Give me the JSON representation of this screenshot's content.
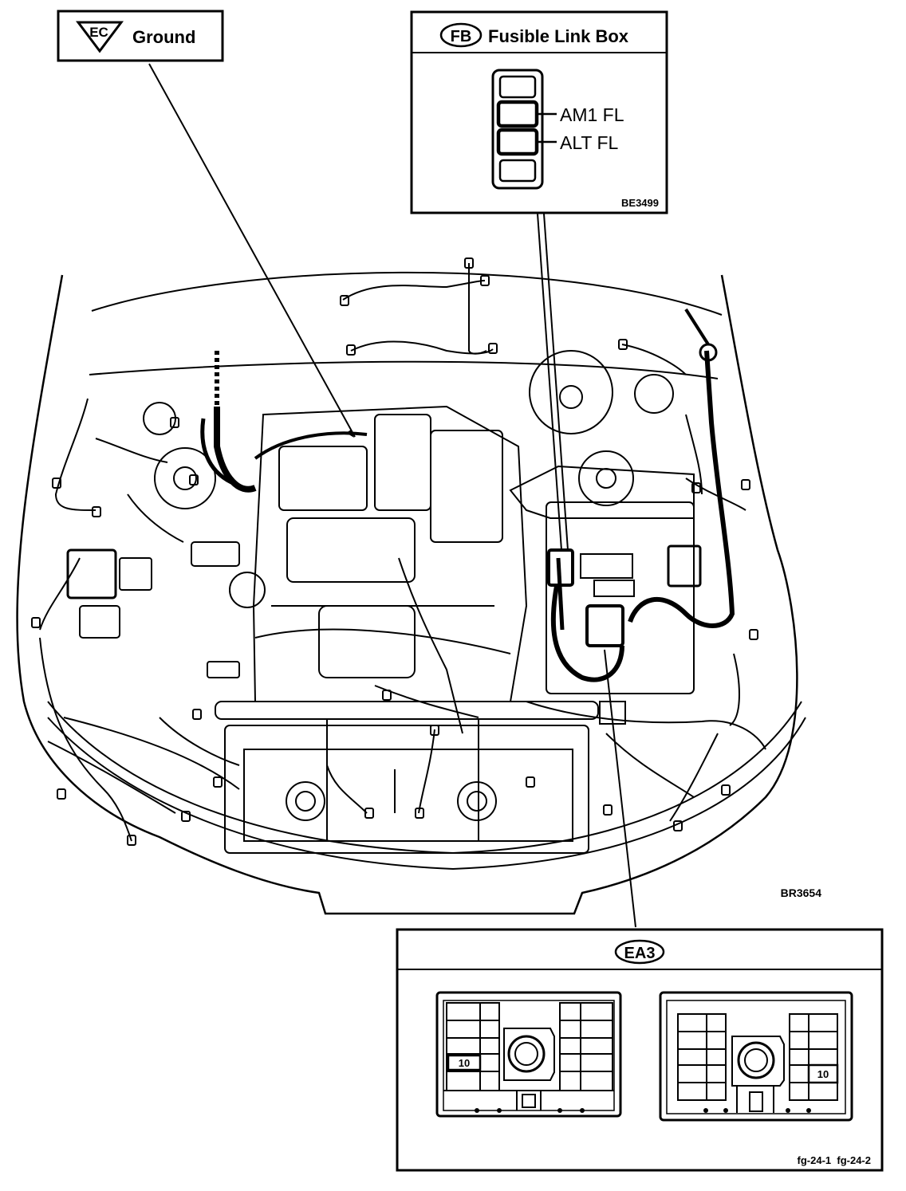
{
  "ground_box": {
    "badge": "EC",
    "label": "Ground"
  },
  "fusible_link_box": {
    "badge": "FB",
    "title": "Fusible Link Box",
    "fuses": [
      "AM1 FL",
      "ALT FL"
    ],
    "code": "BE3499"
  },
  "engine_view": {
    "code": "BR3654"
  },
  "ea3_box": {
    "badge": "EA3",
    "left_cell": "10",
    "right_cell": "10",
    "footer": "fg-24-1  fg-24-2"
  },
  "colors": {
    "line": "#000000",
    "background": "#ffffff"
  }
}
